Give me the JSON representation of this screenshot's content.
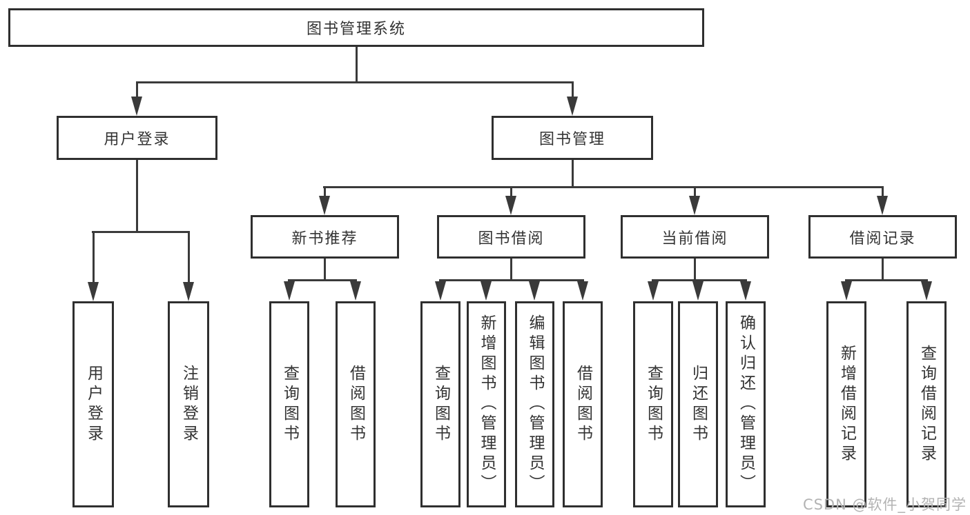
{
  "diagram": {
    "root": {
      "label": "图书管理系统"
    },
    "branches": [
      {
        "label": "用户登录",
        "children": [
          {
            "label": "用户登录"
          },
          {
            "label": "注销登录"
          }
        ]
      },
      {
        "label": "图书管理",
        "children": [
          {
            "label": "新书推荐",
            "children": [
              {
                "label": "查询图书"
              },
              {
                "label": "借阅图书"
              }
            ]
          },
          {
            "label": "图书借阅",
            "children": [
              {
                "label": "查询图书"
              },
              {
                "label": "新增图书（管理员）"
              },
              {
                "label": "编辑图书（管理员）"
              },
              {
                "label": "借阅图书"
              }
            ]
          },
          {
            "label": "当前借阅",
            "children": [
              {
                "label": "查询图书"
              },
              {
                "label": "归还图书"
              },
              {
                "label": "确认归还（管理员）"
              }
            ]
          },
          {
            "label": "借阅记录",
            "children": [
              {
                "label": "新增借阅记录"
              },
              {
                "label": "查询借阅记录"
              }
            ]
          }
        ]
      }
    ]
  },
  "watermark": {
    "text": "CSDN @软件_小贺同学"
  },
  "colors": {
    "line": "#3a3a3a",
    "border": "#2f2f2f",
    "text": "#333333",
    "watermark": "#b3b3b3",
    "background": "#ffffff"
  }
}
